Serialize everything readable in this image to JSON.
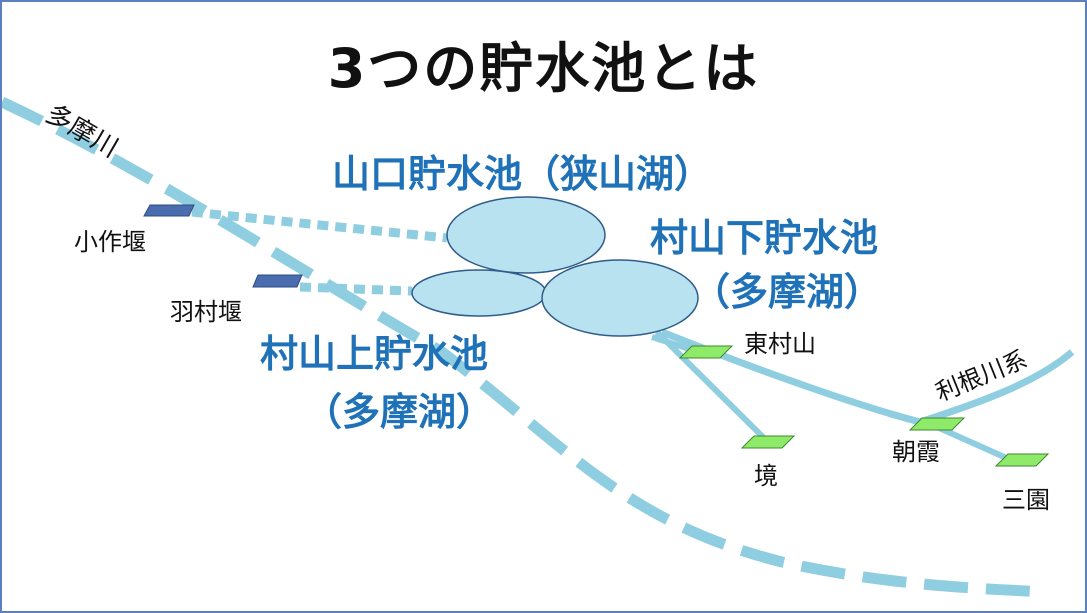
{
  "title": "3つの貯水池とは",
  "reservoirs": {
    "yamaguchi": "山口貯水池（狭山湖）",
    "shimo_line1": "村山下貯水池",
    "shimo_line2": "（多摩湖）",
    "kami_line1": "村山上貯水池",
    "kami_line2": "（多摩湖）"
  },
  "rivers": {
    "tama": "多摩川",
    "tone": "利根川系"
  },
  "weirs": {
    "ozaku": "小作堰",
    "hamura": "羽村堰"
  },
  "plants": {
    "higashimurayama": "東村山",
    "sakai": "境",
    "asaka": "朝霞",
    "misono": "三園"
  },
  "colors": {
    "water": "#8fcde0",
    "reservoir_fill": "#b8e2ef",
    "reservoir_stroke": "#2f5c8a",
    "weir": "#4a6db0",
    "plant": "#8fea6a",
    "label_blue": "#1f72b8"
  }
}
